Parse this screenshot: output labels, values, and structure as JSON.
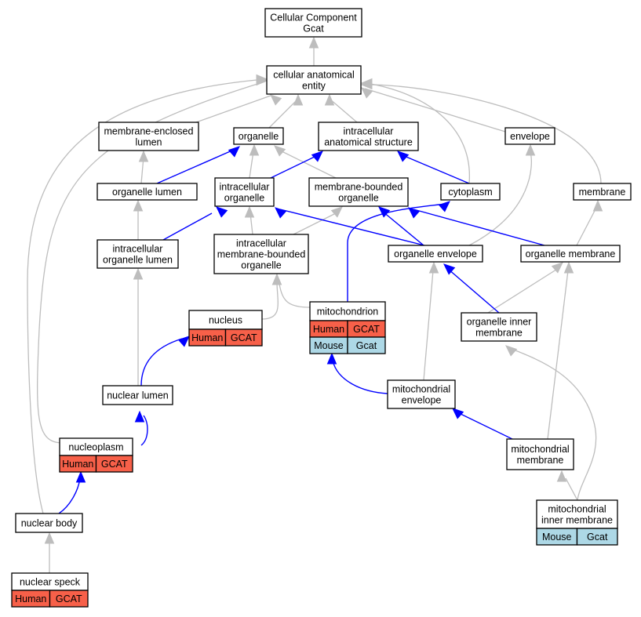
{
  "colors": {
    "human": "#f76049",
    "mouse": "#add8e6",
    "is_a_edge": "#bdbdbd",
    "part_of_edge": "#0000ff"
  },
  "nodes": {
    "cc_gcat": [
      "Cellular Component",
      "Gcat"
    ],
    "cae": [
      "cellular anatomical",
      "entity"
    ],
    "mel": [
      "membrane-enclosed",
      "lumen"
    ],
    "organelle": [
      "organelle"
    ],
    "ias": [
      "intracellular",
      "anatomical structure"
    ],
    "envelope": [
      "envelope"
    ],
    "org_lumen": [
      "organelle lumen"
    ],
    "intra_org": [
      "intracellular",
      "organelle"
    ],
    "mbo": [
      "membrane-bounded",
      "organelle"
    ],
    "cytoplasm": [
      "cytoplasm"
    ],
    "membrane": [
      "membrane"
    ],
    "iol": [
      "intracellular",
      "organelle lumen"
    ],
    "imbo": [
      "intracellular",
      "membrane-bounded",
      "organelle"
    ],
    "org_env": [
      "organelle envelope"
    ],
    "org_mem": [
      "organelle membrane"
    ],
    "nucleus": [
      "nucleus"
    ],
    "mito": [
      "mitochondrion"
    ],
    "oim": [
      "organelle inner",
      "membrane"
    ],
    "nuc_lumen": [
      "nuclear lumen"
    ],
    "mito_env": [
      "mitochondrial",
      "envelope"
    ],
    "nucleoplasm": [
      "nucleoplasm"
    ],
    "mito_mem": [
      "mitochondrial",
      "membrane"
    ],
    "nuc_body": [
      "nuclear body"
    ],
    "mim": [
      "mitochondrial",
      "inner membrane"
    ],
    "nuc_speck": [
      "nuclear speck"
    ]
  },
  "annotations": {
    "nucleus": [
      [
        "Human",
        "GCAT"
      ]
    ],
    "mito": [
      [
        "Human",
        "GCAT"
      ],
      [
        "Mouse",
        "Gcat"
      ]
    ],
    "nucleoplasm": [
      [
        "Human",
        "GCAT"
      ]
    ],
    "mim": [
      [
        "Mouse",
        "Gcat"
      ]
    ],
    "nuc_speck": [
      [
        "Human",
        "GCAT"
      ]
    ]
  }
}
